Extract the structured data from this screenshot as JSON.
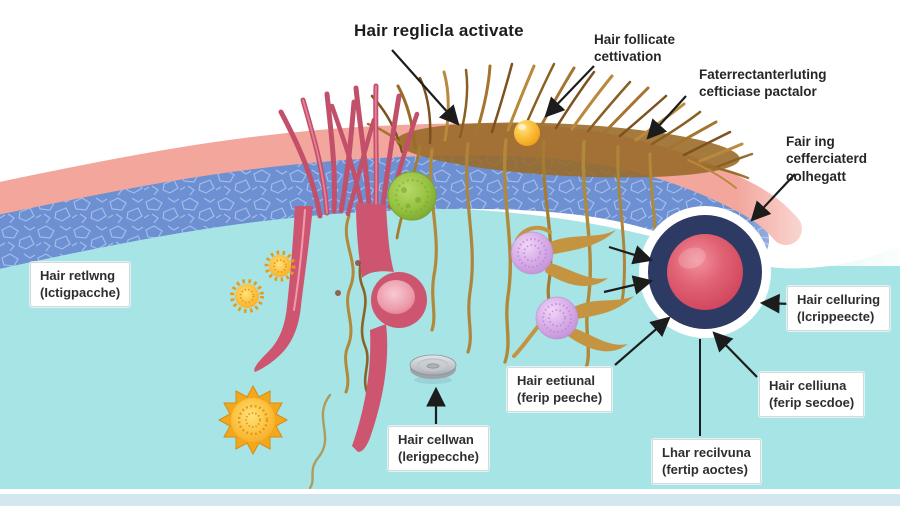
{
  "diagram": {
    "title": "Hair reglicla activate",
    "floating_labels": [
      {
        "id": "hair-follicate-cettivation",
        "lines": [
          "Hair follicate",
          "cettivation"
        ]
      },
      {
        "id": "faterrectanterluting-factor",
        "lines": [
          "Faterrectanterluting",
          "cefticiase pactalor"
        ]
      },
      {
        "id": "fairing-colhegatt",
        "lines": [
          "Fair ing",
          "cefferciaterd",
          "colhegatt"
        ]
      }
    ],
    "boxed_labels": [
      {
        "id": "hair-retlwng",
        "lines": [
          "Hair retlwng",
          "(Ictigpacche)"
        ]
      },
      {
        "id": "hair-eetiunal",
        "lines": [
          "Hair eetiunal",
          "(ferip peeche)"
        ]
      },
      {
        "id": "hair-cellwan",
        "lines": [
          "Hair cellwan",
          "(lerigpecche)"
        ]
      },
      {
        "id": "lhar-recilvuna",
        "lines": [
          "Lhar recilvuna",
          "(fertip aoctes)"
        ]
      },
      {
        "id": "hair-celluring",
        "lines": [
          "Hair celluring",
          "(lcrippeecte)"
        ]
      },
      {
        "id": "hair-celliuna",
        "lines": [
          "Hair celliuna",
          "(ferip secdoe)"
        ]
      }
    ],
    "illustration_elements": [
      "epidermis-pink-band",
      "dermis-blue-crackle-band",
      "dermis-cyan-background",
      "surface-hair-tuft",
      "descending-hair-strands",
      "pink-hair-follicle",
      "follicle-bulb",
      "navy-ring-nucleus-cell",
      "purple-fuzzy-cells",
      "yellow-vesicle",
      "green-cell",
      "golden-sun-cells",
      "metal-disc"
    ],
    "colors": {
      "background": "#FFFFFF",
      "dermis_cyan": "#A6E4E6",
      "epidermis_pink": "#F2A69C",
      "dermis_blue": "#6C90D2",
      "follicle_pink": "#CE5570",
      "nucleus_navy": "#2C3A64",
      "nucleus_red": "#D84A60",
      "hair_gold": "#B08A3A",
      "cell_purple": "#C79ADB",
      "cell_yellow": "#F5B32B",
      "cell_green": "#8FBE3F",
      "arrow_dark": "#1C1C1C",
      "bottom_strip": "#D3E7F1"
    }
  }
}
